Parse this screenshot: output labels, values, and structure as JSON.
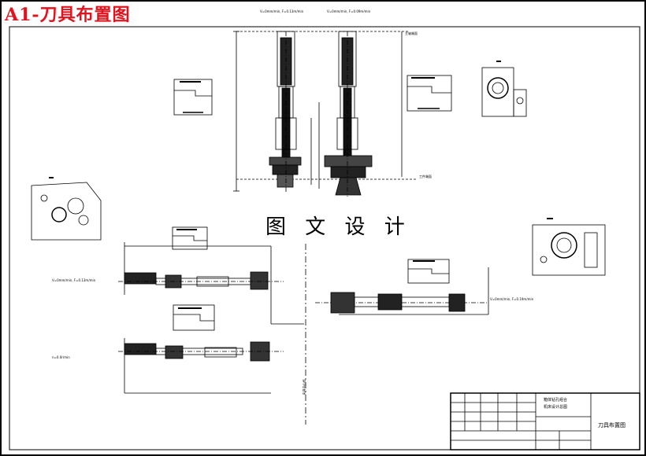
{
  "header": {
    "title": "A1-刀具布置图"
  },
  "watermark": {
    "text": "图 文 设 计"
  },
  "title_block": {
    "drawing_name": "刀具布置图",
    "project_line1": "箱体钻孔组合",
    "project_line2": "机床设计总图"
  },
  "annotations": {
    "top_params_left": "V=0mm/min, F=0.13m/min",
    "top_params_right": "V=0mm/min, F=0.09m/min",
    "left_params_1": "V=0mm/min, F=0.13m/min",
    "left_params_2": "n=0.0r/min",
    "right_params": "V=0mm/min, F=0.19m/min",
    "workpiece_label": "工件端面",
    "spindle_label": "主轴端面",
    "center_label": "夹具中心线"
  },
  "colors": {
    "accent": "#e0141e",
    "line": "#000000",
    "paper": "#ffffff"
  }
}
